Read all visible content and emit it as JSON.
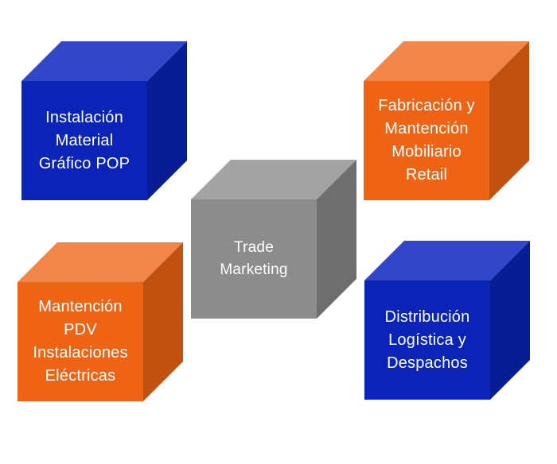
{
  "cubes": [
    {
      "id": "instalacion",
      "lines": [
        "Instalación",
        "Material",
        "Gráfico POP"
      ],
      "colors": {
        "front": "#0A24B8",
        "top": "#3146C8",
        "side": "#081C94"
      }
    },
    {
      "id": "fabricacion",
      "lines": [
        "Fabricación y",
        "Mantención",
        "Mobiliario",
        "Retail"
      ],
      "colors": {
        "front": "#EF6414",
        "top": "#F28648",
        "side": "#C2500E"
      }
    },
    {
      "id": "trade",
      "lines": [
        "Trade",
        "Marketing"
      ],
      "colors": {
        "front": "#8C8C8C",
        "top": "#A3A3A3",
        "side": "#6E6E6E"
      }
    },
    {
      "id": "mantencion",
      "lines": [
        "Mantención",
        "PDV",
        "Instalaciones",
        "Eléctricas"
      ],
      "colors": {
        "front": "#EF6414",
        "top": "#F28648",
        "side": "#C2500E"
      }
    },
    {
      "id": "distribucion",
      "lines": [
        "Distribución",
        "Logística y",
        "Despachos"
      ],
      "colors": {
        "front": "#0A24B8",
        "top": "#3146C8",
        "side": "#081C94"
      }
    }
  ]
}
